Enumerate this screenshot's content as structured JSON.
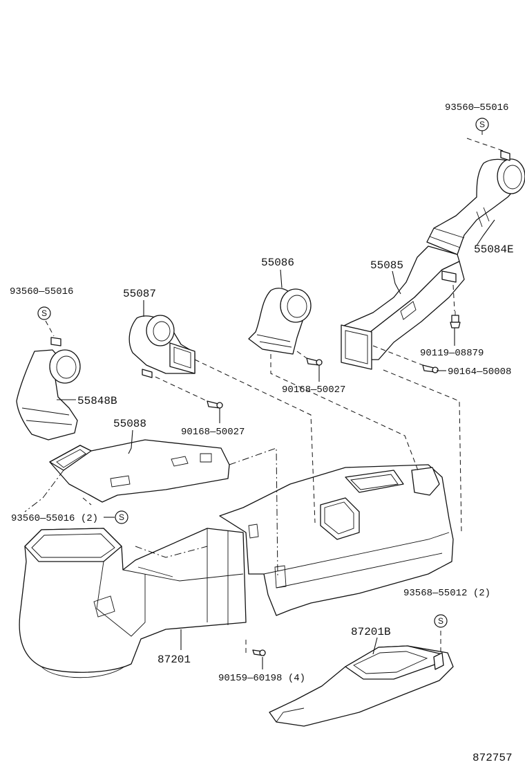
{
  "labels": {
    "p93560_top": "93560—55016",
    "p55084E": "55084E",
    "p55085": "55085",
    "p55086": "55086",
    "p55087": "55087",
    "p93560_left": "93560—55016",
    "p55848B": "55848B",
    "p55088": "55088",
    "p90119": "90119—08879",
    "p90164": "90164—50008",
    "p90168_mid": "90168—50027",
    "p90168_left": "90168—50027",
    "p93560_2": "93560—55016 (2)",
    "p93568": "93568—55012 (2)",
    "p87201B": "87201B",
    "p87201": "87201",
    "p90159": "90159—60198 (4)",
    "diagram_number": "872757"
  },
  "symbols": {
    "s_letter": "S"
  }
}
